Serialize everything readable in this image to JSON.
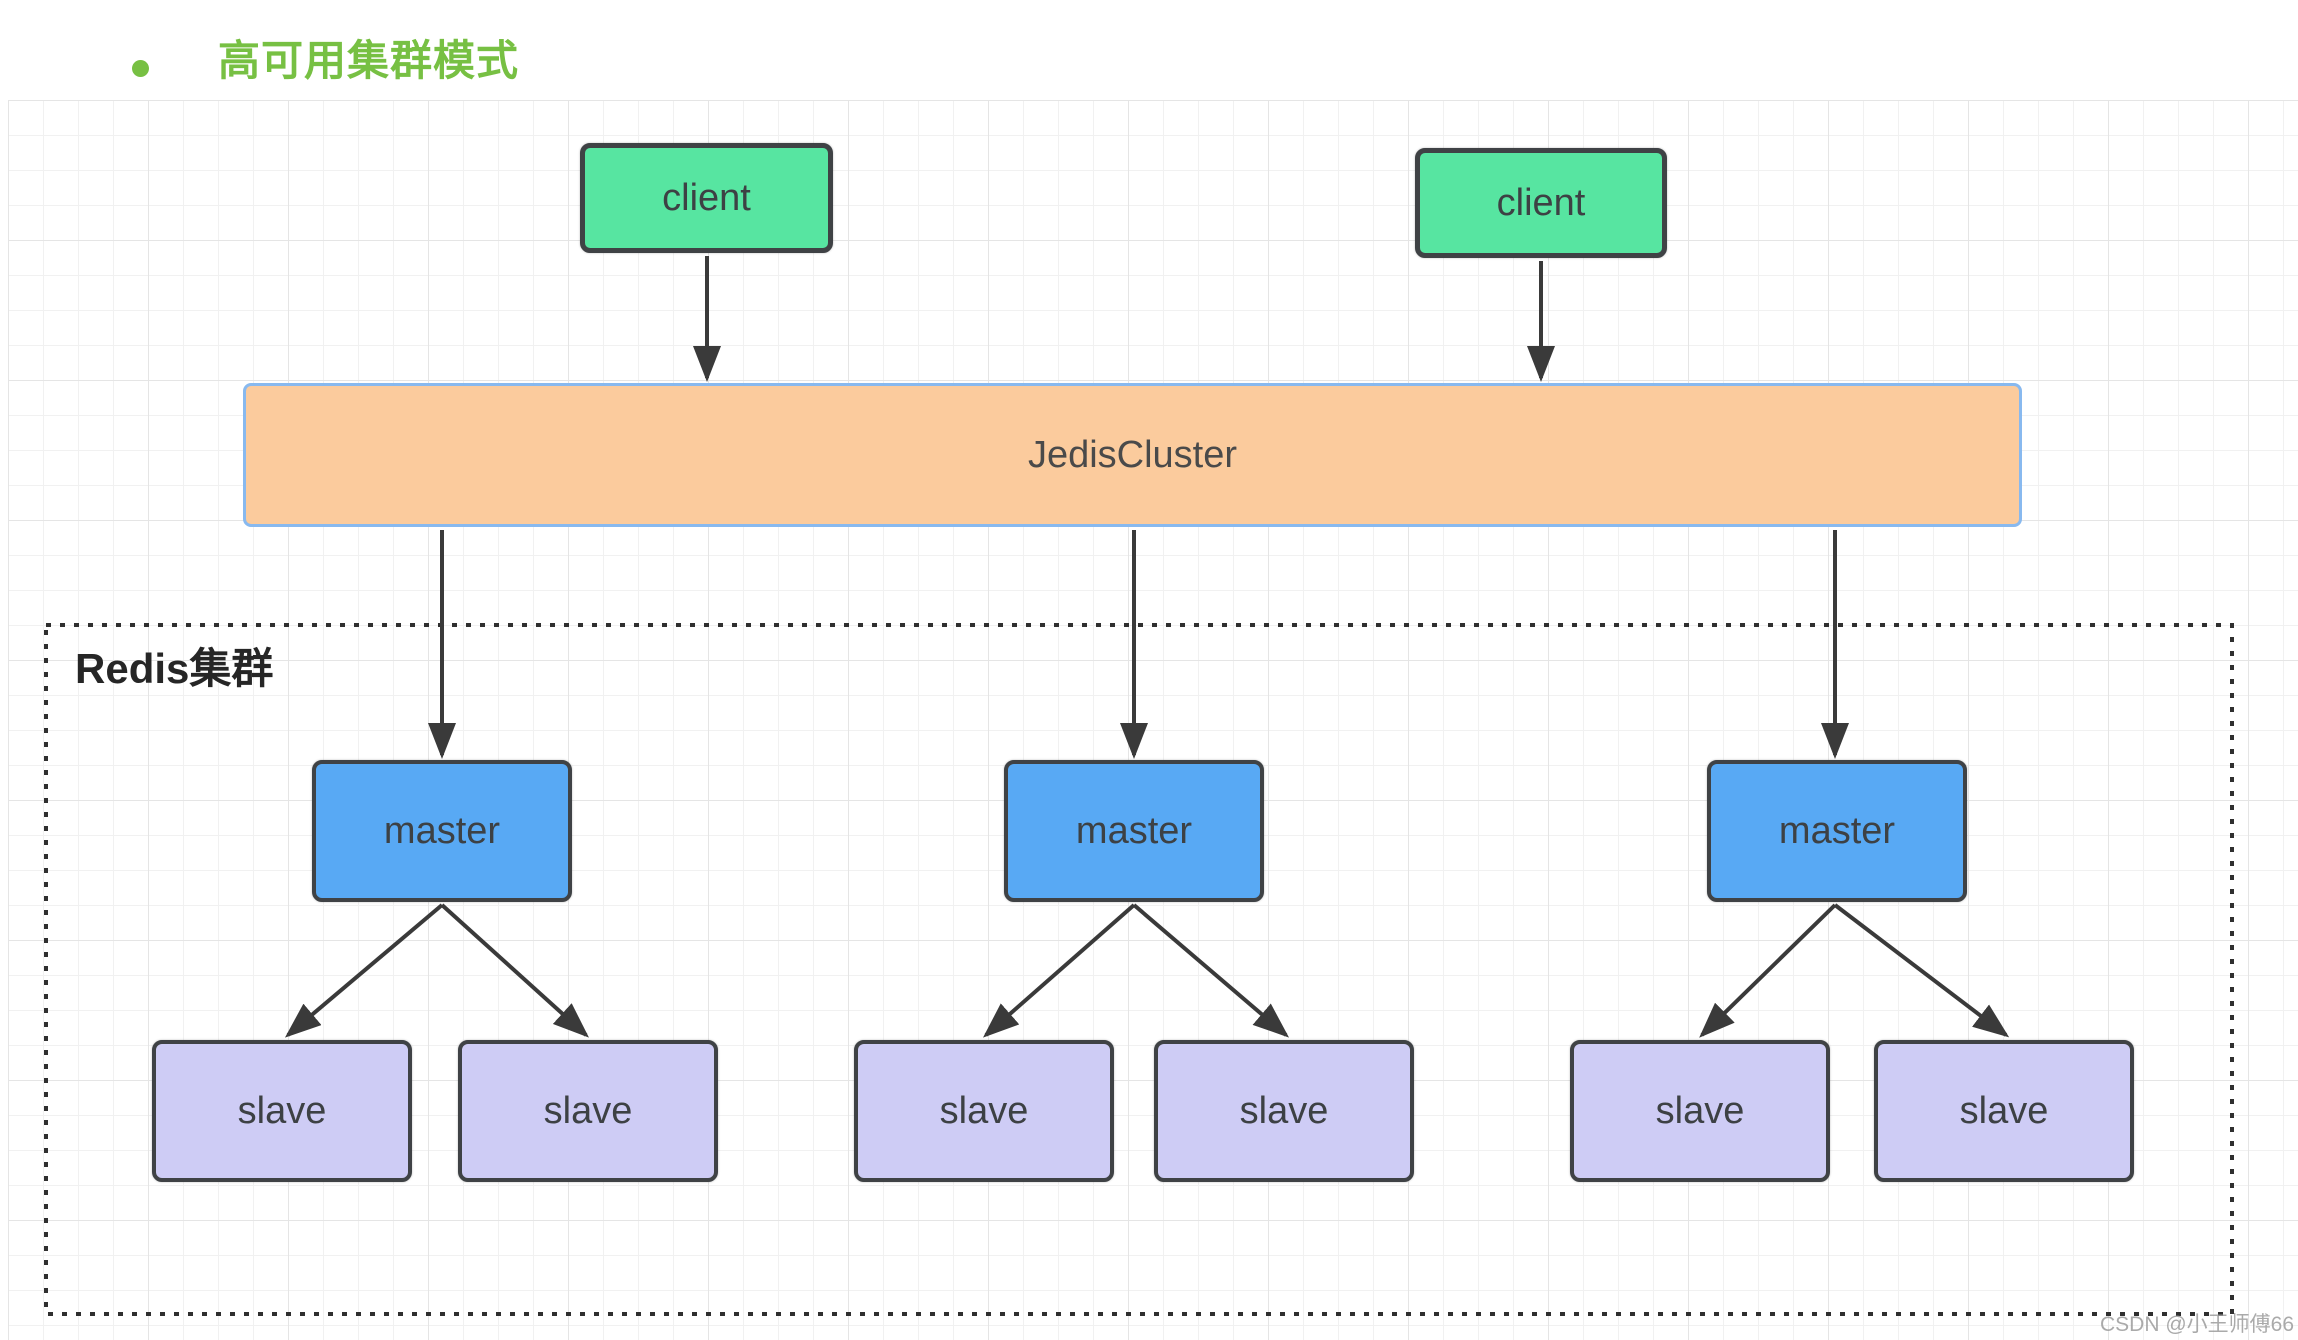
{
  "theme": {
    "title-green": "#77c043",
    "client-fill": "#57e5a1",
    "master-fill": "#58a9f4",
    "slave-fill": "#ceccf5",
    "bar-fill": "#fbcb9d",
    "bar-border": "#88b9ef",
    "node-border": "#3f4245",
    "arrow-color": "#3a3a3a",
    "cluster-border": "#2f2f2f",
    "node-text": "#3d4144",
    "label-text": "#262626",
    "watermark-color": "#9c9c9c",
    "grid-minor": "#f1f1f1",
    "grid-major": "#e5e5e5"
  },
  "header": {
    "bullet_icon": "list-bullet-dot",
    "title": "高可用集群模式"
  },
  "diagram": {
    "cluster_label": "Redis集群",
    "nodes": {
      "client_1": "client",
      "client_2": "client",
      "jedis_cluster": "JedisCluster",
      "master_1": "master",
      "master_2": "master",
      "master_3": "master",
      "slave_1": "slave",
      "slave_2": "slave",
      "slave_3": "slave",
      "slave_4": "slave",
      "slave_5": "slave",
      "slave_6": "slave"
    }
  },
  "watermark": "CSDN @小王师傅66"
}
